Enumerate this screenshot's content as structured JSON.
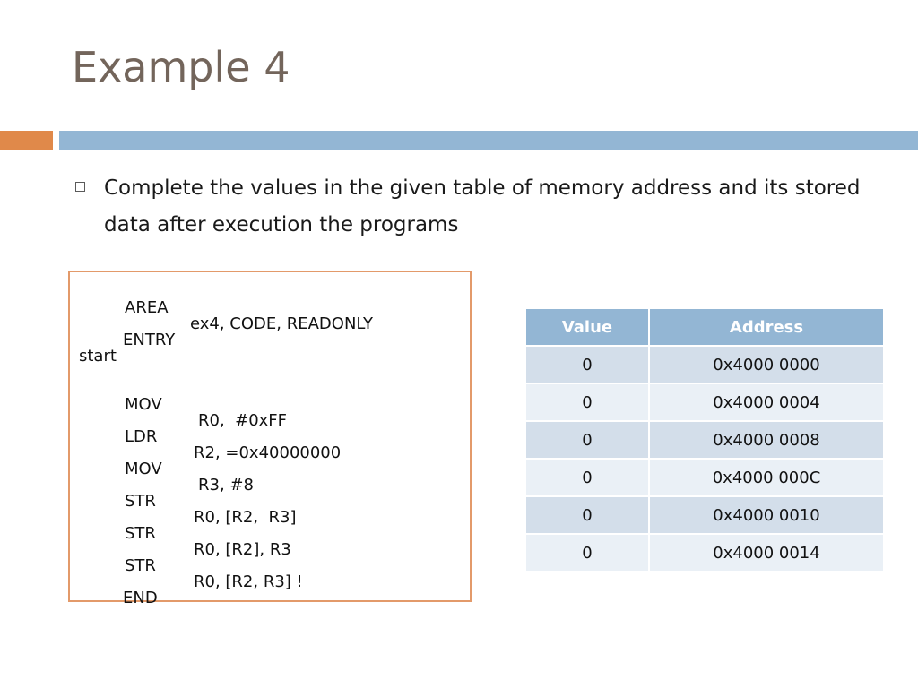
{
  "slide": {
    "title": "Example 4",
    "bullet": "Complete the values in the given table of memory address and its stored data after execution the programs"
  },
  "code": {
    "lines": [
      {
        "label": "",
        "mnemonic": "AREA",
        "operands": "ex4, CODE, READONLY"
      },
      {
        "label": "",
        "mnemonic": "ENTRY",
        "operands": ""
      },
      {
        "label": "start",
        "mnemonic": "",
        "operands": ""
      },
      {
        "label": "",
        "mnemonic": "MOV",
        "operands": "R0,  #0xFF"
      },
      {
        "label": "",
        "mnemonic": "LDR",
        "operands": "R2, =0x40000000"
      },
      {
        "label": "",
        "mnemonic": "MOV",
        "operands": "R3, #8"
      },
      {
        "label": "",
        "mnemonic": "STR",
        "operands": "R0, [R2,  R3]"
      },
      {
        "label": "",
        "mnemonic": "STR",
        "operands": "R0, [R2], R3"
      },
      {
        "label": "",
        "mnemonic": "STR",
        "operands": "R0, [R2, R3] !"
      },
      {
        "label": "",
        "mnemonic": "END",
        "operands": ""
      }
    ]
  },
  "memory_table": {
    "headers": [
      "Value",
      "Address"
    ],
    "rows": [
      [
        "0",
        "0x4000 0000"
      ],
      [
        "0",
        "0x4000 0004"
      ],
      [
        "0",
        "0x4000 0008"
      ],
      [
        "0",
        "0x4000 000C"
      ],
      [
        "0",
        "0x4000 0010"
      ],
      [
        "0",
        "0x4000 0014"
      ]
    ]
  },
  "colors": {
    "title": "#73655b",
    "accent_orange": "#e0894a",
    "accent_blue": "#93b6d4",
    "code_border": "#e39a6a",
    "table_header": "#93b6d4",
    "table_row_odd": "#d3deea",
    "table_row_even": "#eaf0f6"
  }
}
